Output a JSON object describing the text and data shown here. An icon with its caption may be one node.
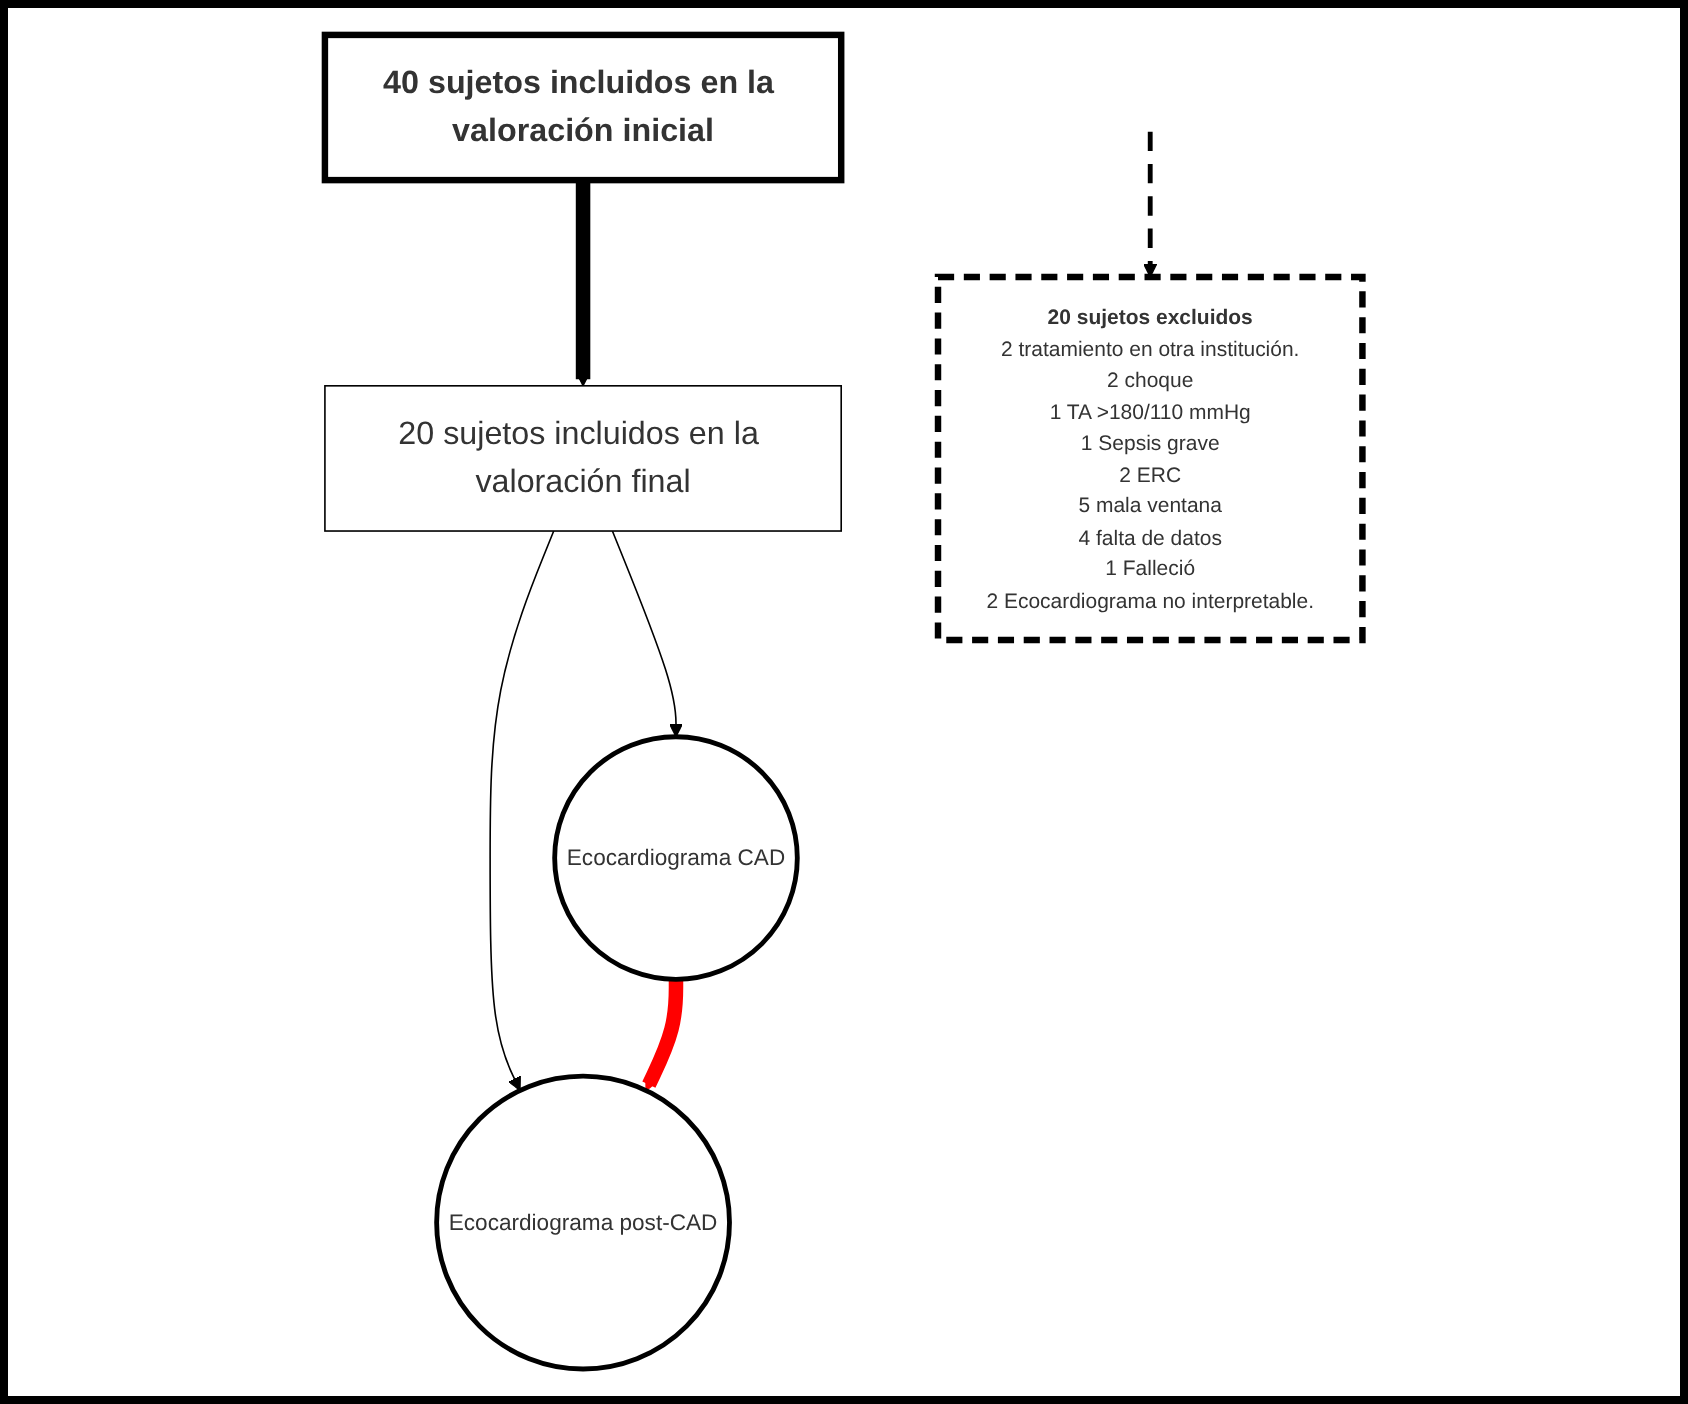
{
  "diagram": {
    "nodes": [
      {
        "text": [
          "40 sujetos incluidos en la valoración inicial"
        ]
      },
      {
        "text": [
          "20 sujetos incluidos en la valoración final"
        ]
      },
      {
        "text": [
          "20 sujetos excluidos",
          "2 tratamiento en otra institución.",
          "2 choque",
          "1 TA >180/110 mmHg",
          "1 Sepsis grave",
          "2 ERC",
          "5 mala ventana",
          "4 falta de datos",
          "1 Falleció",
          "2 Ecocardiograma no interpretable."
        ]
      },
      {
        "text": [
          "Ecocardiograma CAD"
        ]
      },
      {
        "text": [
          "Ecocardiograma post-CAD"
        ]
      }
    ],
    "edges": [
      {
        "from": 0,
        "to": 1,
        "arrow": "to",
        "style": "thick"
      },
      {
        "from": null,
        "to": 2,
        "arrow": "to",
        "style": "dashed"
      },
      {
        "from": 1,
        "to": 3,
        "arrow": "to"
      },
      {
        "from": 1,
        "to": 4,
        "arrow": "to"
      },
      {
        "from": 3,
        "to": 4,
        "arrow": "to",
        "style": "thick",
        "color": "#ff0000"
      }
    ]
  }
}
